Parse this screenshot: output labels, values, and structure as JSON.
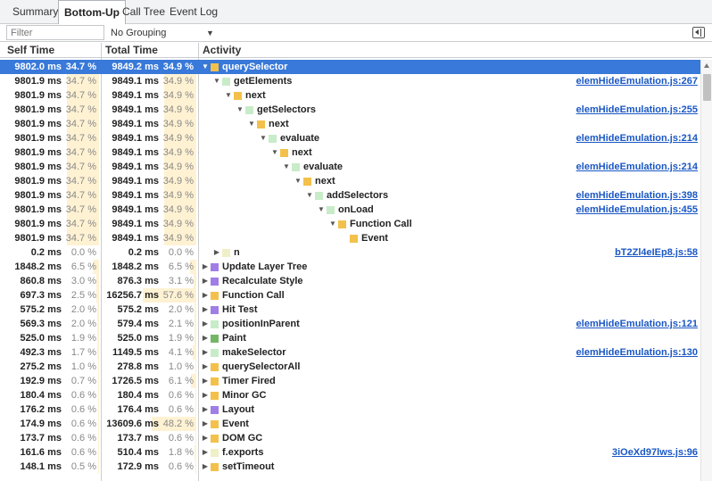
{
  "tabs": [
    {
      "label": "Summary",
      "selected": false
    },
    {
      "label": "Bottom-Up",
      "selected": true
    },
    {
      "label": "Call Tree",
      "selected": false
    },
    {
      "label": "Event Log",
      "selected": false
    }
  ],
  "toolbar": {
    "filter_placeholder": "Filter",
    "grouping": "No Grouping",
    "grouping_arrow": "▼"
  },
  "columns": {
    "self_time": "Self Time",
    "total_time": "Total Time",
    "activity": "Activity"
  },
  "category_colors": {
    "scripting": "#f3c14b",
    "rendering": "#a07ee5",
    "painting": "#75b665",
    "script-function": "#c8ecc8",
    "n-function": "#f0f0c8"
  },
  "rows": [
    {
      "self": "9802.0 ms",
      "self_pct": "34.7 %",
      "self_frac": 0.347,
      "total": "9849.2 ms",
      "total_pct": "34.9 %",
      "total_frac": 0.349,
      "depth": 0,
      "arrow": "down",
      "color": "#f3c14b",
      "name": "querySelector",
      "link": "",
      "selected": true
    },
    {
      "self": "9801.9 ms",
      "self_pct": "34.7 %",
      "self_frac": 0.347,
      "total": "9849.1 ms",
      "total_pct": "34.9 %",
      "total_frac": 0.349,
      "depth": 1,
      "arrow": "down",
      "color": "#c8ecc8",
      "name": "getElements",
      "link": "elemHideEmulation.js:267"
    },
    {
      "self": "9801.9 ms",
      "self_pct": "34.7 %",
      "self_frac": 0.347,
      "total": "9849.1 ms",
      "total_pct": "34.9 %",
      "total_frac": 0.349,
      "depth": 2,
      "arrow": "down",
      "color": "#f3c14b",
      "name": "next",
      "link": ""
    },
    {
      "self": "9801.9 ms",
      "self_pct": "34.7 %",
      "self_frac": 0.347,
      "total": "9849.1 ms",
      "total_pct": "34.9 %",
      "total_frac": 0.349,
      "depth": 3,
      "arrow": "down",
      "color": "#c8ecc8",
      "name": "getSelectors",
      "link": "elemHideEmulation.js:255"
    },
    {
      "self": "9801.9 ms",
      "self_pct": "34.7 %",
      "self_frac": 0.347,
      "total": "9849.1 ms",
      "total_pct": "34.9 %",
      "total_frac": 0.349,
      "depth": 4,
      "arrow": "down",
      "color": "#f3c14b",
      "name": "next",
      "link": ""
    },
    {
      "self": "9801.9 ms",
      "self_pct": "34.7 %",
      "self_frac": 0.347,
      "total": "9849.1 ms",
      "total_pct": "34.9 %",
      "total_frac": 0.349,
      "depth": 5,
      "arrow": "down",
      "color": "#c8ecc8",
      "name": "evaluate",
      "link": "elemHideEmulation.js:214"
    },
    {
      "self": "9801.9 ms",
      "self_pct": "34.7 %",
      "self_frac": 0.347,
      "total": "9849.1 ms",
      "total_pct": "34.9 %",
      "total_frac": 0.349,
      "depth": 6,
      "arrow": "down",
      "color": "#f3c14b",
      "name": "next",
      "link": ""
    },
    {
      "self": "9801.9 ms",
      "self_pct": "34.7 %",
      "self_frac": 0.347,
      "total": "9849.1 ms",
      "total_pct": "34.9 %",
      "total_frac": 0.349,
      "depth": 7,
      "arrow": "down",
      "color": "#c8ecc8",
      "name": "evaluate",
      "link": "elemHideEmulation.js:214"
    },
    {
      "self": "9801.9 ms",
      "self_pct": "34.7 %",
      "self_frac": 0.347,
      "total": "9849.1 ms",
      "total_pct": "34.9 %",
      "total_frac": 0.349,
      "depth": 8,
      "arrow": "down",
      "color": "#f3c14b",
      "name": "next",
      "link": ""
    },
    {
      "self": "9801.9 ms",
      "self_pct": "34.7 %",
      "self_frac": 0.347,
      "total": "9849.1 ms",
      "total_pct": "34.9 %",
      "total_frac": 0.349,
      "depth": 9,
      "arrow": "down",
      "color": "#c8ecc8",
      "name": "addSelectors",
      "link": "elemHideEmulation.js:398"
    },
    {
      "self": "9801.9 ms",
      "self_pct": "34.7 %",
      "self_frac": 0.347,
      "total": "9849.1 ms",
      "total_pct": "34.9 %",
      "total_frac": 0.349,
      "depth": 10,
      "arrow": "down",
      "color": "#c8ecc8",
      "name": "onLoad",
      "link": "elemHideEmulation.js:455"
    },
    {
      "self": "9801.9 ms",
      "self_pct": "34.7 %",
      "self_frac": 0.347,
      "total": "9849.1 ms",
      "total_pct": "34.9 %",
      "total_frac": 0.349,
      "depth": 11,
      "arrow": "down",
      "color": "#f3c14b",
      "name": "Function Call",
      "link": ""
    },
    {
      "self": "9801.9 ms",
      "self_pct": "34.7 %",
      "self_frac": 0.347,
      "total": "9849.1 ms",
      "total_pct": "34.9 %",
      "total_frac": 0.349,
      "depth": 12,
      "arrow": "none",
      "color": "#f3c14b",
      "name": "Event",
      "link": ""
    },
    {
      "self": "0.2 ms",
      "self_pct": "0.0 %",
      "self_frac": 0.0,
      "total": "0.2 ms",
      "total_pct": "0.0 %",
      "total_frac": 0.0,
      "depth": 1,
      "arrow": "right",
      "color": "#f0f0c8",
      "name": "n",
      "link": "bT2Zl4eIEp8.js:58"
    },
    {
      "self": "1848.2 ms",
      "self_pct": "6.5 %",
      "self_frac": 0.065,
      "total": "1848.2 ms",
      "total_pct": "6.5 %",
      "total_frac": 0.065,
      "depth": 0,
      "arrow": "right",
      "color": "#a07ee5",
      "name": "Update Layer Tree",
      "link": ""
    },
    {
      "self": "860.8 ms",
      "self_pct": "3.0 %",
      "self_frac": 0.03,
      "total": "876.3 ms",
      "total_pct": "3.1 %",
      "total_frac": 0.031,
      "depth": 0,
      "arrow": "right",
      "color": "#a07ee5",
      "name": "Recalculate Style",
      "link": ""
    },
    {
      "self": "697.3 ms",
      "self_pct": "2.5 %",
      "self_frac": 0.025,
      "total": "16256.7 ms",
      "total_pct": "57.6 %",
      "total_frac": 0.576,
      "depth": 0,
      "arrow": "right",
      "color": "#f3c14b",
      "name": "Function Call",
      "link": ""
    },
    {
      "self": "575.2 ms",
      "self_pct": "2.0 %",
      "self_frac": 0.02,
      "total": "575.2 ms",
      "total_pct": "2.0 %",
      "total_frac": 0.02,
      "depth": 0,
      "arrow": "right",
      "color": "#a07ee5",
      "name": "Hit Test",
      "link": ""
    },
    {
      "self": "569.3 ms",
      "self_pct": "2.0 %",
      "self_frac": 0.02,
      "total": "579.4 ms",
      "total_pct": "2.1 %",
      "total_frac": 0.021,
      "depth": 0,
      "arrow": "right",
      "color": "#c8ecc8",
      "name": "positionInParent",
      "link": "elemHideEmulation.js:121"
    },
    {
      "self": "525.0 ms",
      "self_pct": "1.9 %",
      "self_frac": 0.019,
      "total": "525.0 ms",
      "total_pct": "1.9 %",
      "total_frac": 0.019,
      "depth": 0,
      "arrow": "right",
      "color": "#75b665",
      "name": "Paint",
      "link": ""
    },
    {
      "self": "492.3 ms",
      "self_pct": "1.7 %",
      "self_frac": 0.017,
      "total": "1149.5 ms",
      "total_pct": "4.1 %",
      "total_frac": 0.041,
      "depth": 0,
      "arrow": "right",
      "color": "#c8ecc8",
      "name": "makeSelector",
      "link": "elemHideEmulation.js:130"
    },
    {
      "self": "275.2 ms",
      "self_pct": "1.0 %",
      "self_frac": 0.01,
      "total": "278.8 ms",
      "total_pct": "1.0 %",
      "total_frac": 0.01,
      "depth": 0,
      "arrow": "right",
      "color": "#f3c14b",
      "name": "querySelectorAll",
      "link": ""
    },
    {
      "self": "192.9 ms",
      "self_pct": "0.7 %",
      "self_frac": 0.007,
      "total": "1726.5 ms",
      "total_pct": "6.1 %",
      "total_frac": 0.061,
      "depth": 0,
      "arrow": "right",
      "color": "#f3c14b",
      "name": "Timer Fired",
      "link": ""
    },
    {
      "self": "180.4 ms",
      "self_pct": "0.6 %",
      "self_frac": 0.006,
      "total": "180.4 ms",
      "total_pct": "0.6 %",
      "total_frac": 0.006,
      "depth": 0,
      "arrow": "right",
      "color": "#f3c14b",
      "name": "Minor GC",
      "link": ""
    },
    {
      "self": "176.2 ms",
      "self_pct": "0.6 %",
      "self_frac": 0.006,
      "total": "176.4 ms",
      "total_pct": "0.6 %",
      "total_frac": 0.006,
      "depth": 0,
      "arrow": "right",
      "color": "#a07ee5",
      "name": "Layout",
      "link": ""
    },
    {
      "self": "174.9 ms",
      "self_pct": "0.6 %",
      "self_frac": 0.006,
      "total": "13609.6 ms",
      "total_pct": "48.2 %",
      "total_frac": 0.482,
      "depth": 0,
      "arrow": "right",
      "color": "#f3c14b",
      "name": "Event",
      "link": ""
    },
    {
      "self": "173.7 ms",
      "self_pct": "0.6 %",
      "self_frac": 0.006,
      "total": "173.7 ms",
      "total_pct": "0.6 %",
      "total_frac": 0.006,
      "depth": 0,
      "arrow": "right",
      "color": "#f3c14b",
      "name": "DOM GC",
      "link": ""
    },
    {
      "self": "161.6 ms",
      "self_pct": "0.6 %",
      "self_frac": 0.006,
      "total": "510.4 ms",
      "total_pct": "1.8 %",
      "total_frac": 0.018,
      "depth": 0,
      "arrow": "right",
      "color": "#f0f0c8",
      "name": "f.exports",
      "link": "3iOeXd97lws.js:96"
    },
    {
      "self": "148.1 ms",
      "self_pct": "0.5 %",
      "self_frac": 0.005,
      "total": "172.9 ms",
      "total_pct": "0.6 %",
      "total_frac": 0.006,
      "depth": 0,
      "arrow": "right",
      "color": "#f3c14b",
      "name": "setTimeout",
      "link": ""
    }
  ]
}
